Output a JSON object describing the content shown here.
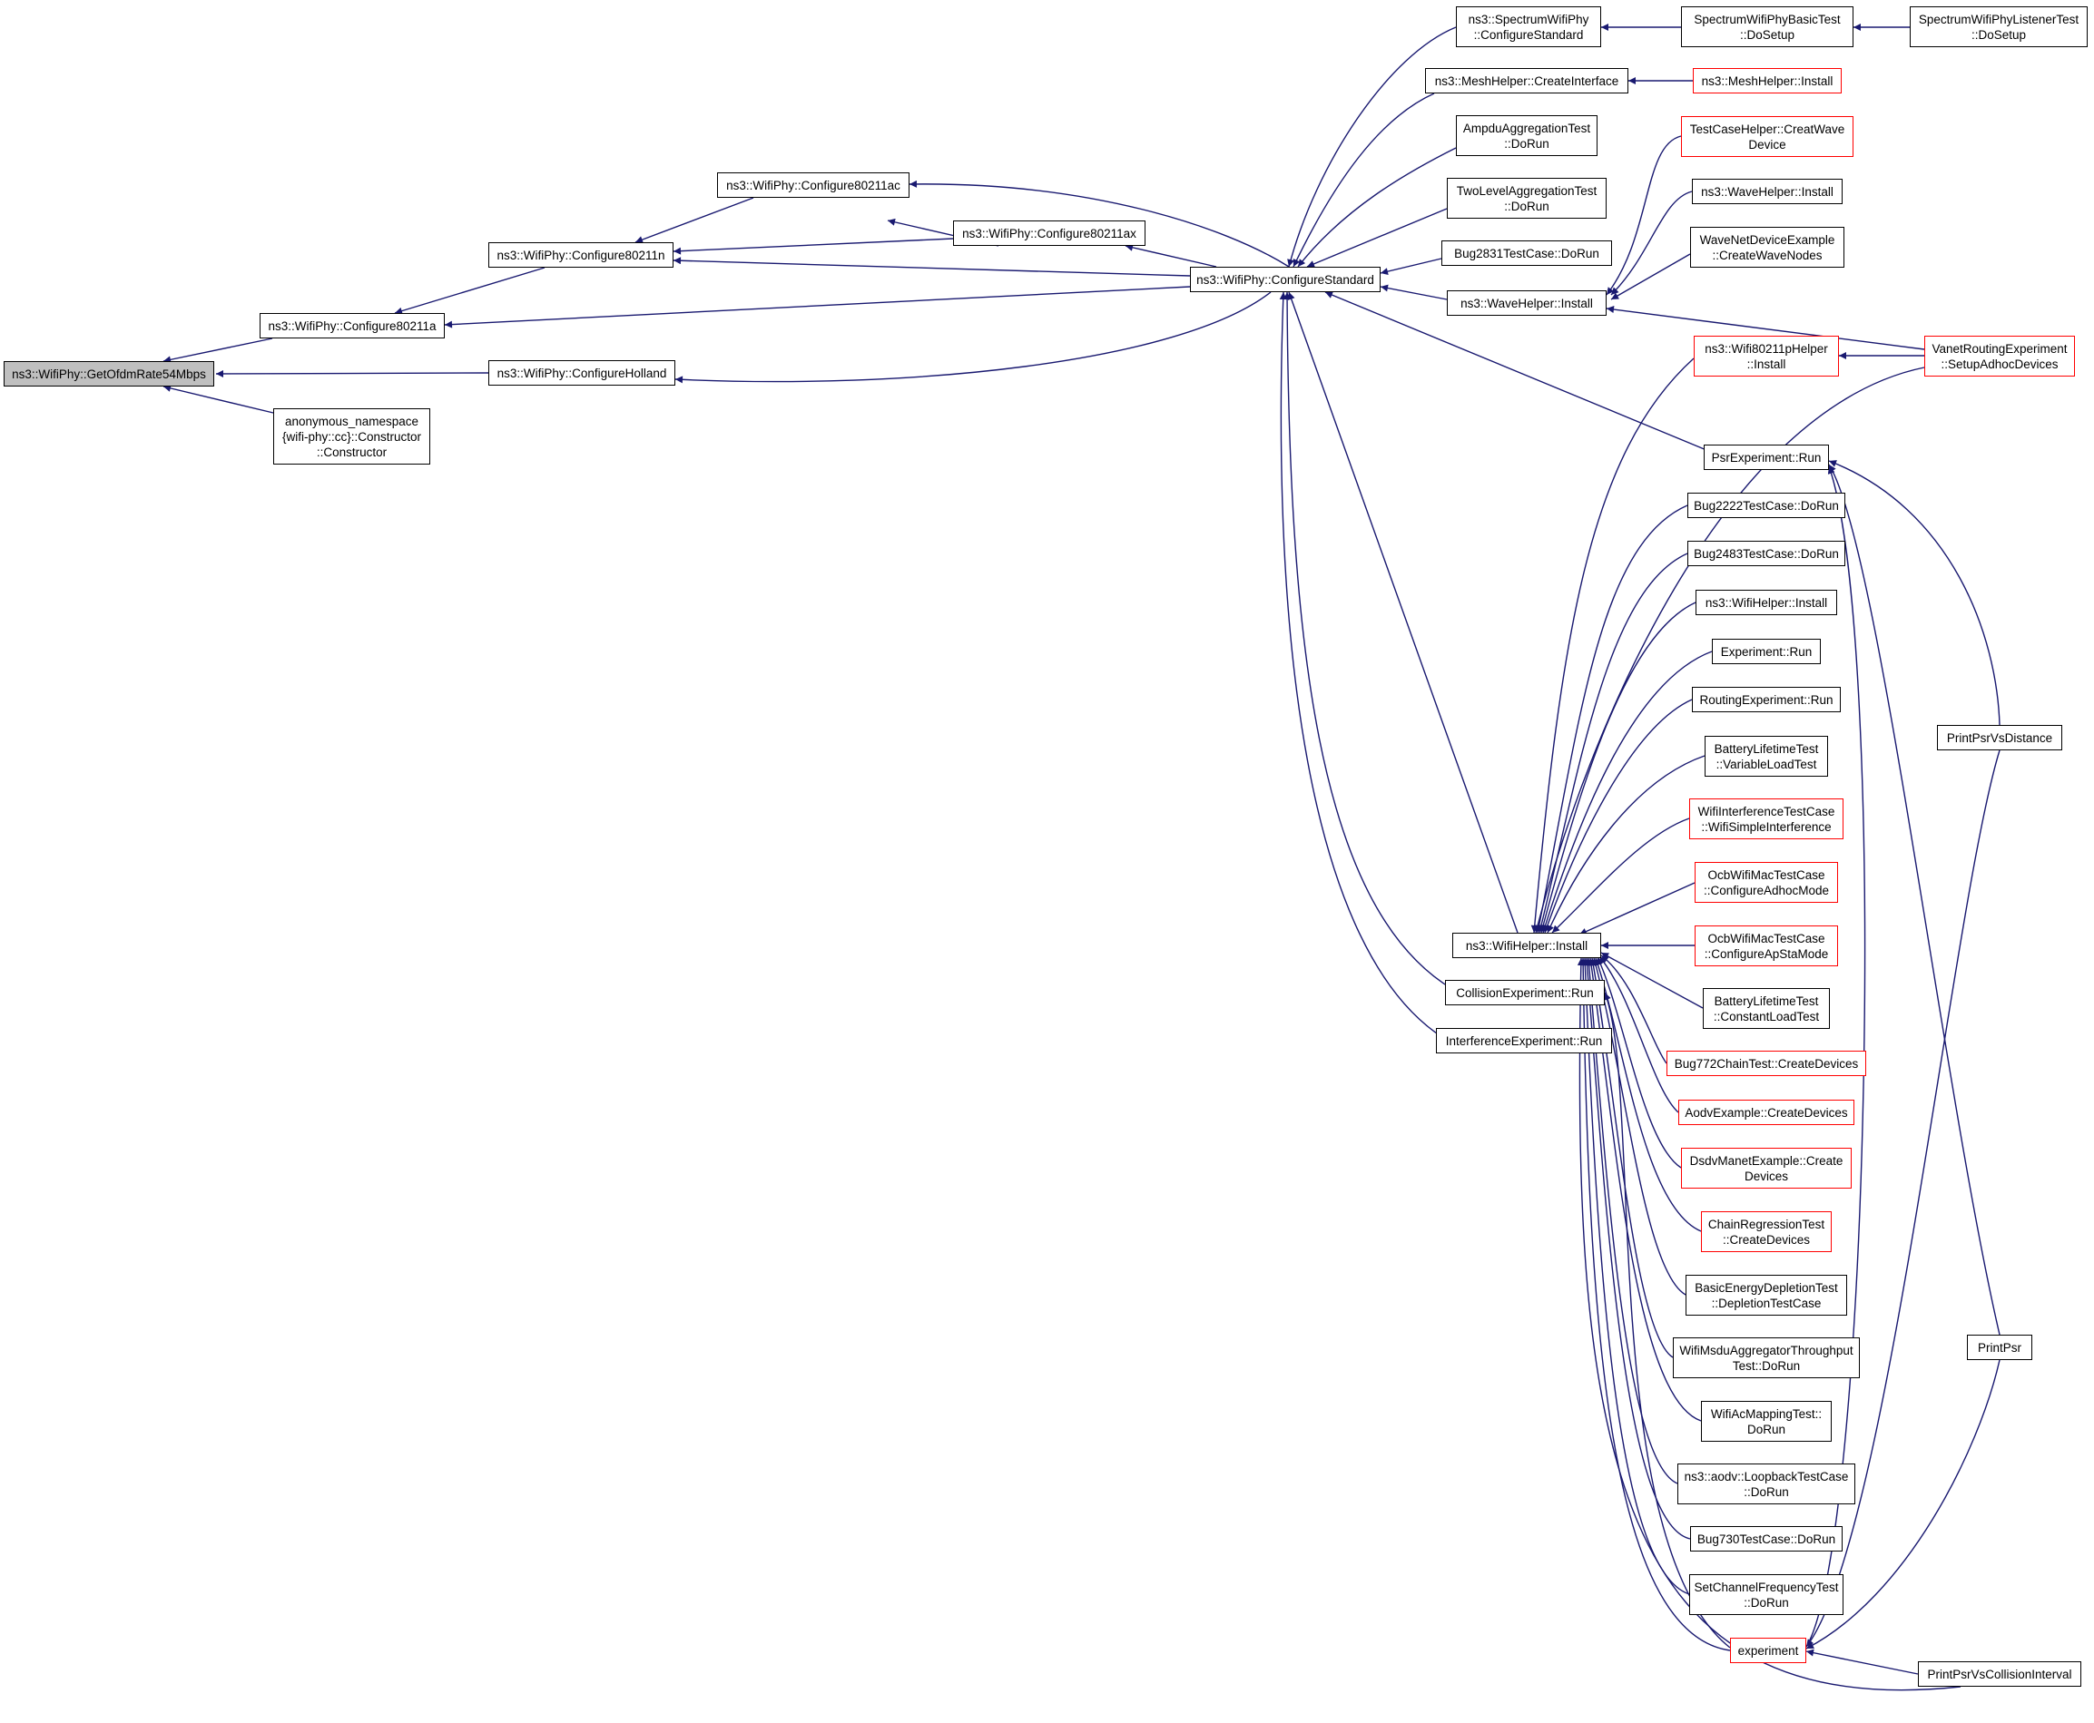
{
  "colors": {
    "edge": "#191970",
    "node_border": "#000000",
    "node_border_truncated": "#ff0000",
    "focus_fill": "#bfbfbf"
  },
  "nodes": {
    "n1": {
      "label": "ns3::WifiPhy::GetOfdmRate54Mbps"
    },
    "n2": {
      "label": "ns3::WifiPhy::Configure80211a"
    },
    "n3": {
      "label": "ns3::WifiPhy::ConfigureHolland"
    },
    "n4": {
      "label": "anonymous_namespace\n{wifi-phy::cc}::Constructor\n::Constructor"
    },
    "n5": {
      "label": "ns3::WifiPhy::Configure80211n"
    },
    "n6": {
      "label": "ns3::WifiPhy::Configure80211ac"
    },
    "n7": {
      "label": "ns3::WifiPhy::Configure80211ax"
    },
    "n8": {
      "label": "ns3::WifiPhy::ConfigureStandard"
    },
    "n9": {
      "label": "ns3::SpectrumWifiPhy\n::ConfigureStandard"
    },
    "n10": {
      "label": "ns3::MeshHelper::CreateInterface"
    },
    "n11": {
      "label": "AmpduAggregationTest\n::DoRun"
    },
    "n12": {
      "label": "TwoLevelAggregationTest\n::DoRun"
    },
    "n13": {
      "label": "Bug2831TestCase::DoRun"
    },
    "n14": {
      "label": "ns3::WaveHelper::Install"
    },
    "n15": {
      "label": "ns3::WifiHelper::Install"
    },
    "n16": {
      "label": "CollisionExperiment::Run"
    },
    "n17": {
      "label": "InterferenceExperiment::Run"
    },
    "n18": {
      "label": "SpectrumWifiPhyBasicTest\n::DoSetup"
    },
    "n19": {
      "label": "SpectrumWifiPhyListenerTest\n::DoSetup"
    },
    "n20": {
      "label": "ns3::MeshHelper::Install"
    },
    "n21": {
      "label": "TestCaseHelper::CreatWave\nDevice"
    },
    "n22": {
      "label": "ns3::WaveHelper::Install"
    },
    "n23": {
      "label": "WaveNetDeviceExample\n::CreateWaveNodes"
    },
    "n24": {
      "label": "VanetRoutingExperiment\n::SetupAdhocDevices"
    },
    "n25": {
      "label": "ns3::Wifi80211pHelper\n::Install"
    },
    "n26": {
      "label": "PsrExperiment::Run"
    },
    "n27": {
      "label": "Bug2222TestCase::DoRun"
    },
    "n28": {
      "label": "Bug2483TestCase::DoRun"
    },
    "n29": {
      "label": "ns3::WifiHelper::Install"
    },
    "n30": {
      "label": "Experiment::Run"
    },
    "n31": {
      "label": "RoutingExperiment::Run"
    },
    "n32": {
      "label": "BatteryLifetimeTest\n::VariableLoadTest"
    },
    "n33": {
      "label": "WifiInterferenceTestCase\n::WifiSimpleInterference"
    },
    "n34": {
      "label": "OcbWifiMacTestCase\n::ConfigureAdhocMode"
    },
    "n35": {
      "label": "OcbWifiMacTestCase\n::ConfigureApStaMode"
    },
    "n36": {
      "label": "BatteryLifetimeTest\n::ConstantLoadTest"
    },
    "n37": {
      "label": "Bug772ChainTest::CreateDevices"
    },
    "n38": {
      "label": "AodvExample::CreateDevices"
    },
    "n39": {
      "label": "DsdvManetExample::Create\nDevices"
    },
    "n40": {
      "label": "ChainRegressionTest\n::CreateDevices"
    },
    "n41": {
      "label": "BasicEnergyDepletionTest\n::DepletionTestCase"
    },
    "n42": {
      "label": "WifiMsduAggregatorThroughput\nTest::DoRun"
    },
    "n43": {
      "label": "WifiAcMappingTest::\nDoRun"
    },
    "n44": {
      "label": "ns3::aodv::LoopbackTestCase\n::DoRun"
    },
    "n45": {
      "label": "Bug730TestCase::DoRun"
    },
    "n46": {
      "label": "SetChannelFrequencyTest\n::DoRun"
    },
    "n47": {
      "label": "experiment"
    },
    "n48": {
      "label": "PrintPsrVsDistance"
    },
    "n49": {
      "label": "PrintPsr"
    },
    "n50": {
      "label": "PrintPsrVsCollisionInterval"
    }
  }
}
